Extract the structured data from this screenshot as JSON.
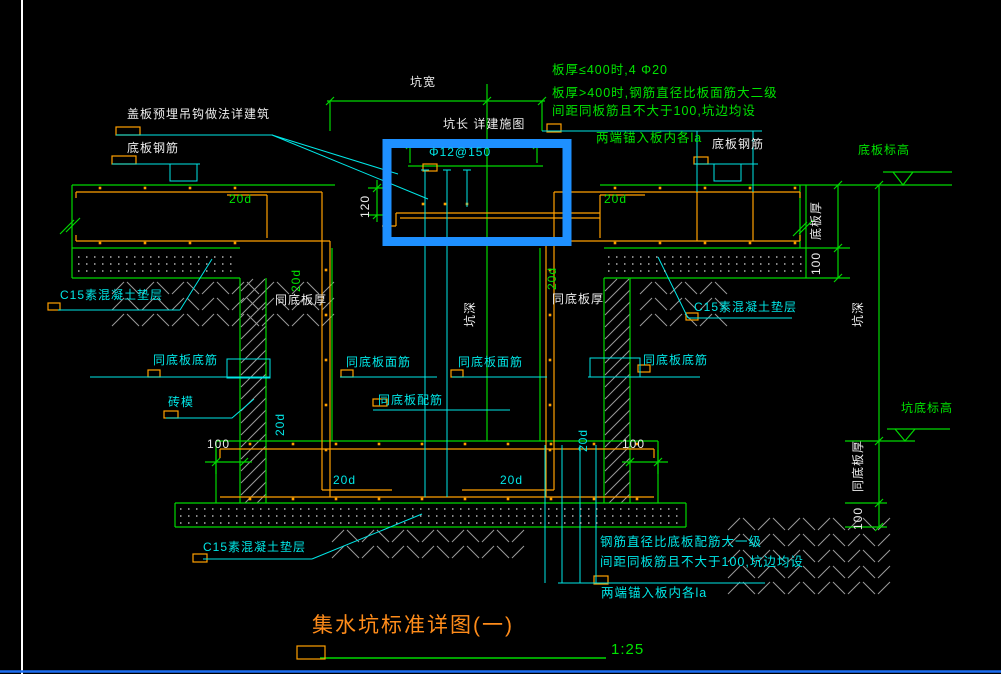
{
  "drawing": {
    "title": "集水坑标准详图(一)",
    "scale": "1:25"
  },
  "notes_top": {
    "line1": "板厚≤400时,4 Φ20",
    "line2": "板厚>400时,钢筋直径比板面筋大二级",
    "line3": "间距同板筋且不大于100,坑边均设",
    "line4": "两端锚入板内各la"
  },
  "notes_bottom": {
    "line1": "钢筋直径比底板配筋大一级",
    "line2": "间距同板筋且不大于100,坑边均设",
    "line3": "两端锚入板内各la"
  },
  "labels": {
    "cover_hook": "盖板预埋吊钩做法详建筑",
    "slab_rebar": "底板钢筋",
    "c15_cushion": "C15素混凝土垫层",
    "same_as_slab_top_rebar": "同底板面筋",
    "same_as_slab_bottom_rebar": "同底板底筋",
    "same_as_slab_reinforcement": "同底板配筋",
    "brick_form": "砖模",
    "mesh": "Φ12@150"
  },
  "dimensions": {
    "pit_width": "坑宽",
    "pit_length": "坑长 详建施图",
    "pit_depth": "坑深",
    "slab_thickness": "底板厚",
    "same_as_slab_thickness": "同底板厚",
    "d20": "20d",
    "n100": "100",
    "n120": "120"
  },
  "elevations": {
    "slab_level": "底板标高",
    "pit_bottom_level": "坑底标高"
  },
  "colors": {
    "background": "#000000",
    "line_green": "#00d800",
    "line_cyan": "#00e6e6",
    "line_orange": "#ffa000",
    "text_white": "#ececec",
    "title_orange": "#ff8c1a",
    "highlight_blue": "#1e90ff",
    "hatch_grey": "#9a9a9a"
  }
}
